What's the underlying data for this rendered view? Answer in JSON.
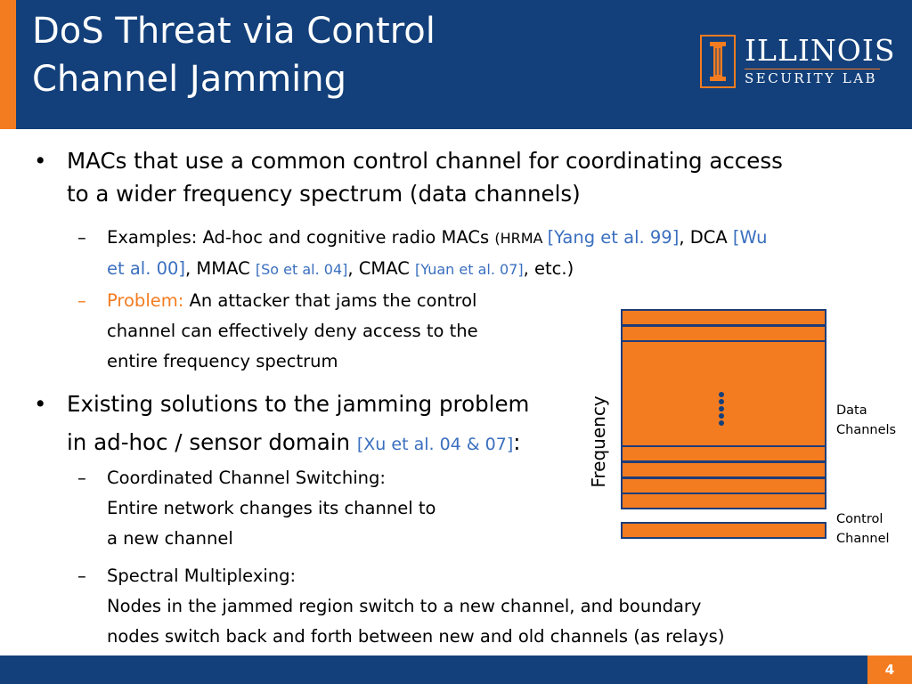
{
  "title": {
    "line1": "DoS Threat via Control",
    "line2": "Channel Jamming"
  },
  "logo": {
    "word": "ILLINOIS",
    "sub": "SECURITY LAB"
  },
  "bullets": {
    "b1": {
      "line1": "MACs that use a common control channel for coordinating access",
      "line2": "to a wider frequency spectrum (data channels)"
    },
    "b1_sub1": {
      "prefix": "Examples: Ad-hoc and cognitive radio MACs ",
      "paren_open": "(HRMA ",
      "cite1": "[Yang et al. 99]",
      "sep1": ", DCA ",
      "cite2a": "[Wu",
      "cite2b": "et al. 00]",
      "sep2": ", MMAC ",
      "cite3": "[So et al. 04]",
      "sep3": ", CMAC ",
      "cite4": "[Yuan et al. 07]",
      "tail": ", etc.)"
    },
    "b1_sub2": {
      "label": "Problem:",
      "line1": " An attacker that jams the control",
      "line2": "channel can effectively deny access to the",
      "line3": "entire frequency spectrum"
    },
    "b2": {
      "line1": "Existing solutions to the jamming problem",
      "line2": "in ad-hoc / sensor domain ",
      "cite": "[Xu et al. 04 & 07]",
      "colon": ":"
    },
    "b2_sub1": {
      "line1": "Coordinated Channel Switching:",
      "line2": "Entire network changes its channel to",
      "line3": "a new channel"
    },
    "b2_sub2": {
      "line1": "Spectral Multiplexing:",
      "line2": "Nodes in the jammed region switch to a new channel, and boundary",
      "line3": "nodes switch back and forth between new and old channels (as relays)"
    }
  },
  "diagram": {
    "axis_label": "Frequency",
    "data_label": {
      "line1": "Data",
      "line2": "Channels"
    },
    "control_label": {
      "line1": "Control",
      "line2": "Channel"
    }
  },
  "footer": {
    "page_number": "4"
  },
  "colors": {
    "navy": "#13407a",
    "orange": "#f47c20",
    "cite_blue": "#3a6fbf"
  }
}
